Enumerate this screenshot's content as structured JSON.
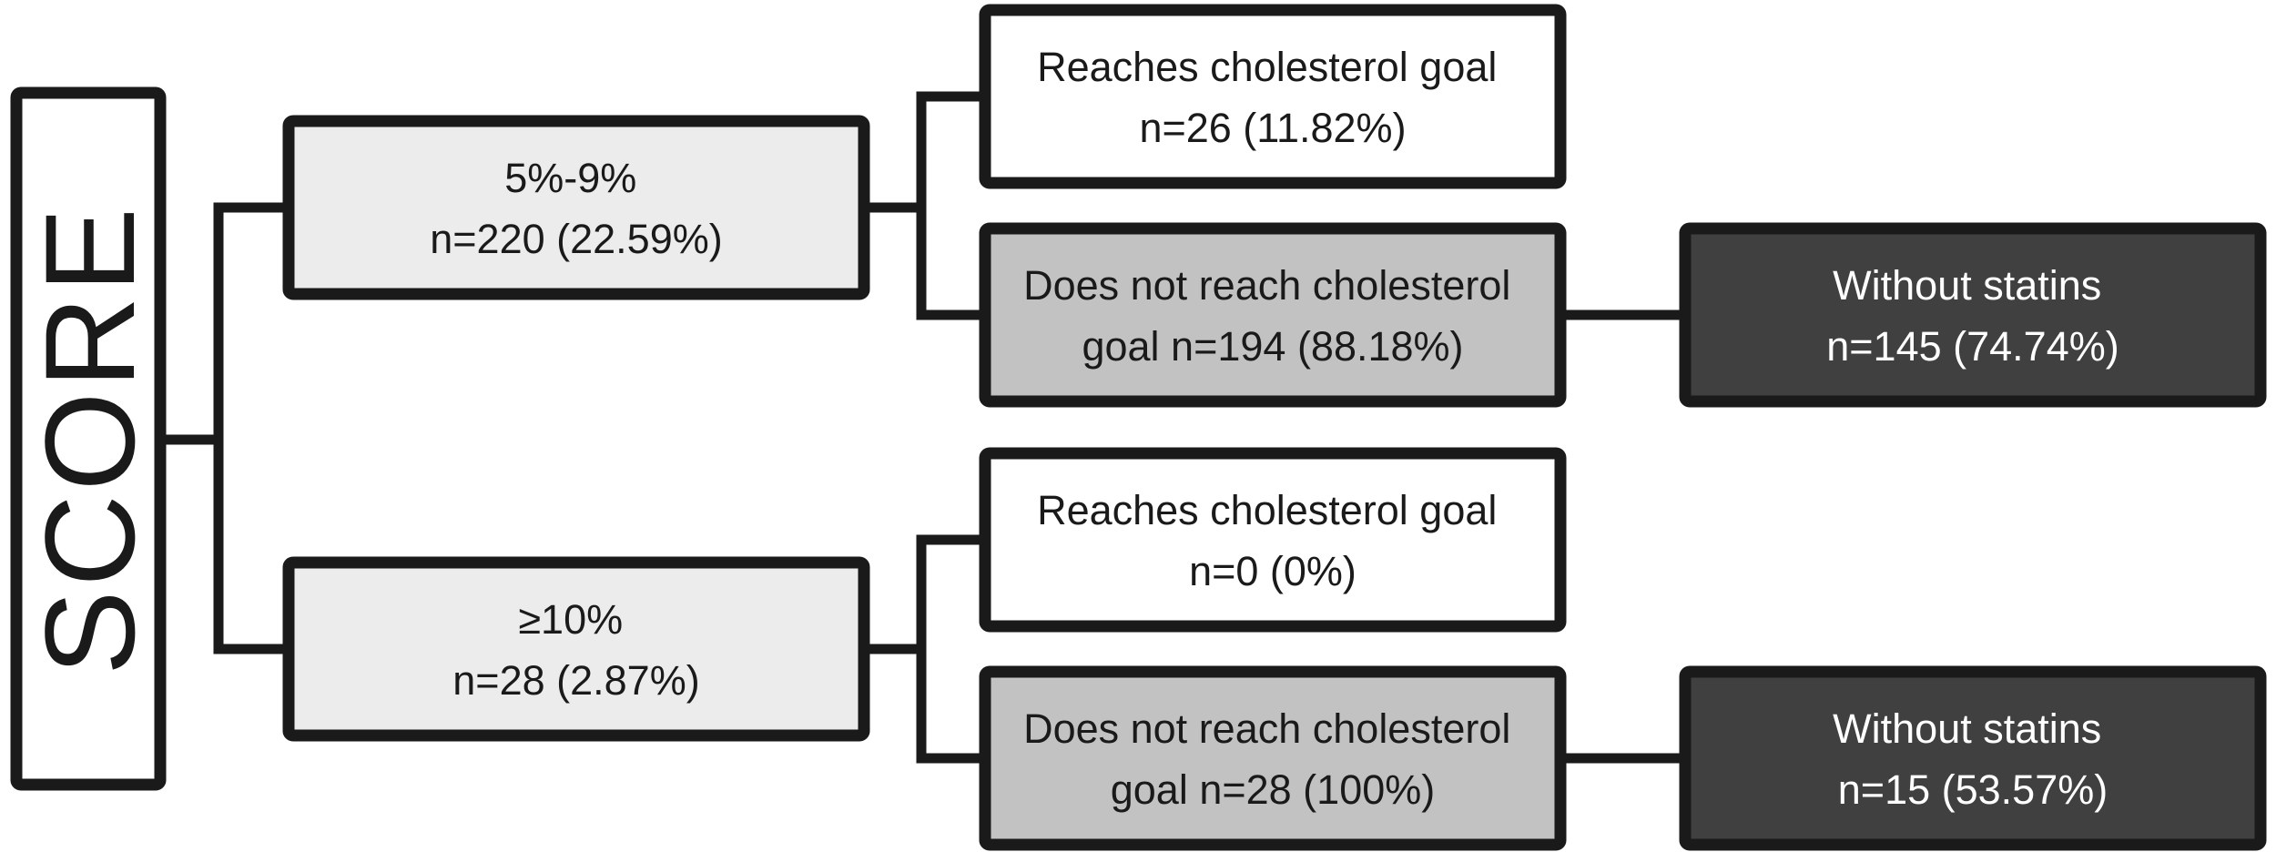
{
  "diagram": {
    "root": {
      "label": "SCORE"
    },
    "nodes": {
      "risk_5_9": {
        "line1": "5%-9%",
        "line2": "n=220 (22.59%)"
      },
      "reaches_5_9": {
        "line1": "Reaches cholesterol goal",
        "line2": "n=26 (11.82%)"
      },
      "not_reach_5_9": {
        "line1": "Does not reach cholesterol",
        "line2": "goal n=194 (88.18%)"
      },
      "without_statins_5_9": {
        "line1": "Without statins",
        "line2": "n=145 (74.74%)"
      },
      "risk_ge10": {
        "line1": "≥10%",
        "line2": "n=28 (2.87%)"
      },
      "reaches_ge10": {
        "line1": "Reaches cholesterol goal",
        "line2": "n=0 (0%)"
      },
      "not_reach_ge10": {
        "line1": "Does not reach cholesterol",
        "line2": "goal n=28 (100%)"
      },
      "without_statins_ge10": {
        "line1": "Without statins",
        "line2": "n=15 (53.57%)"
      }
    },
    "colors": {
      "background": "#ffffff",
      "box_white": "#ffffff",
      "box_light_gray": "#ececec",
      "box_medium_gray": "#c2c2c2",
      "box_dark_gray": "#404040",
      "border_black": "#1a1a1a",
      "text_dark": "#1a1a1a",
      "text_light": "#ffffff"
    }
  }
}
